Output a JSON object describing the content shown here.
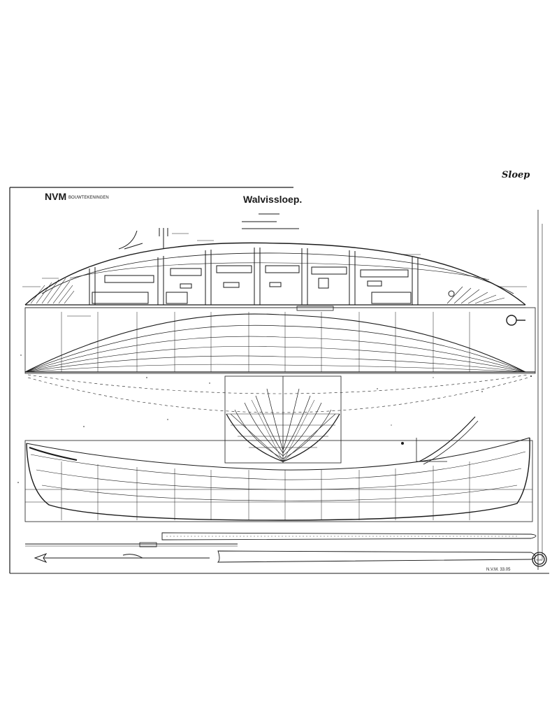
{
  "sheet": {
    "header_logo": "NVM",
    "header_subtitle": "BOUWTEKENINGEN",
    "title": "Walvissloep.",
    "handwritten_mark": "Sloep",
    "footer_code": "N.V.M. 33.05",
    "stamp_text": "NVM"
  },
  "colors": {
    "ink": "#1a1a1a",
    "paper": "#ffffff"
  }
}
